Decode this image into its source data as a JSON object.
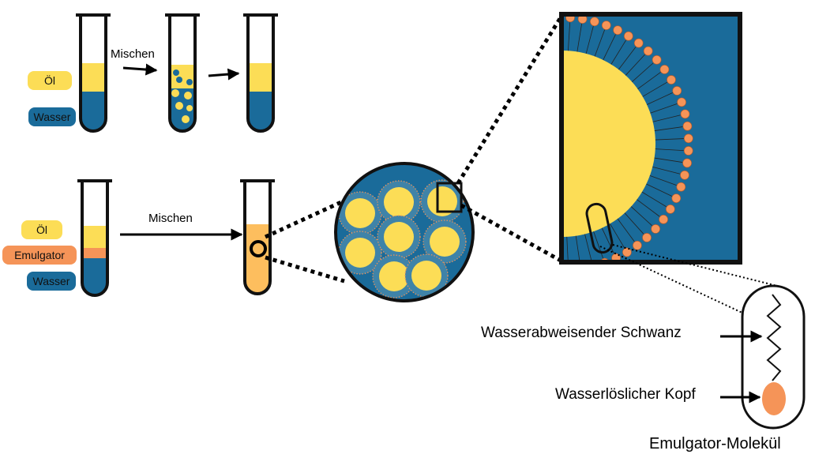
{
  "colors": {
    "oil": "#FCDD56",
    "water": "#1A6B9A",
    "emulsifier": "#F59458",
    "emulsion_fill": "#FDBE5E",
    "outline": "#111111"
  },
  "labels": {
    "top_oil": "Öl",
    "top_water": "Wasser",
    "bottom_oil": "Öl",
    "bottom_emulsifier": "Emulgator",
    "bottom_water": "Wasser"
  },
  "arrows": {
    "top_mix": "Mischen",
    "bottom_mix": "Mischen"
  },
  "molecule": {
    "tail_label": "Wasserabweisender Schwanz",
    "head_label": "Wasserlöslicher Kopf",
    "caption": "Emulgator-Molekül"
  },
  "icons": [
    "test-tube-icon",
    "droplet-icon",
    "emulsifier-molecule-icon"
  ]
}
